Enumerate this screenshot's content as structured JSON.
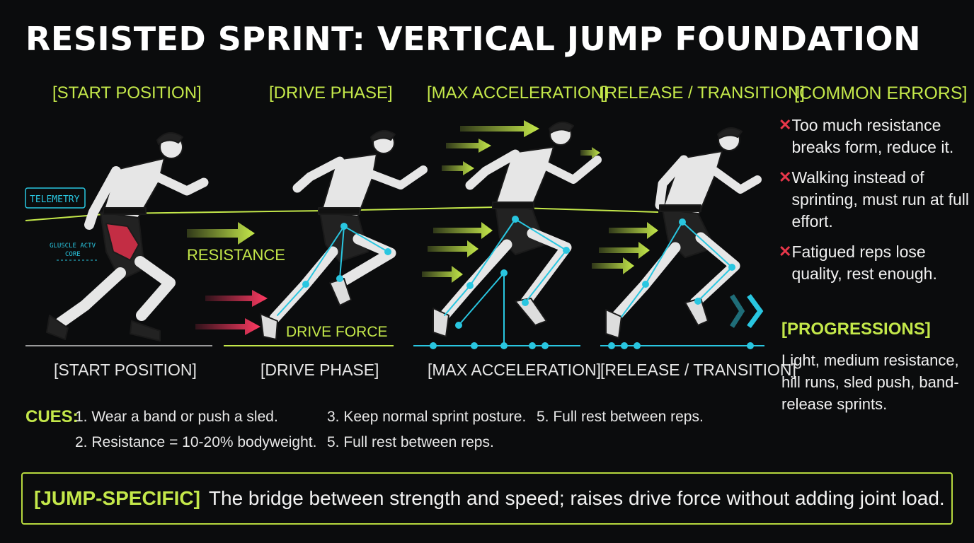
{
  "title": "RESISTED SPRINT: VERTICAL JUMP FOUNDATION",
  "phases_top": [
    "[START POSITION]",
    "[DRIVE PHASE]",
    "[MAX ACCELERATION]",
    "[RELEASE / TRANSITION]"
  ],
  "phases_bottom": [
    "[START POSITION]",
    "[DRIVE PHASE]",
    "[MAX ACCELERATION]",
    "[RELEASE / TRANSITION]"
  ],
  "scene_labels": {
    "telemetry": "TELEMETRY",
    "muscle_line1": "GLUSCLE ACTV",
    "muscle_line2": "CORE",
    "resistance": "RESISTANCE",
    "drive_force": "DRIVE FORCE"
  },
  "common_errors": {
    "heading": "[COMMON ERRORS]",
    "items": [
      "Too much resistance breaks form, reduce it.",
      "Walking instead of sprinting, must run at full effort.",
      "Fatigued reps lose quality, rest enough."
    ]
  },
  "progressions": {
    "heading": "[PROGRESSIONS]",
    "text": "Light, medium resistance, hill runs, sled push, band-release sprints."
  },
  "cues": {
    "label": "CUES:",
    "items": [
      "1. Wear a band or push a sled.",
      "3. Keep normal sprint posture.",
      "5. Full rest between reps.",
      "2. Resistance = 10-20% bodyweight.",
      "5. Full rest between reps."
    ]
  },
  "jump_specific": {
    "tag": "[JUMP-SPECIFIC]",
    "text": "The bridge between strength and speed; raises drive force without adding joint load."
  },
  "colors": {
    "accent": "#c4e84a",
    "error": "#e8374a",
    "joint": "#29c6e0",
    "arrow_red": "#ff3a62",
    "background": "#0b0c0d"
  }
}
